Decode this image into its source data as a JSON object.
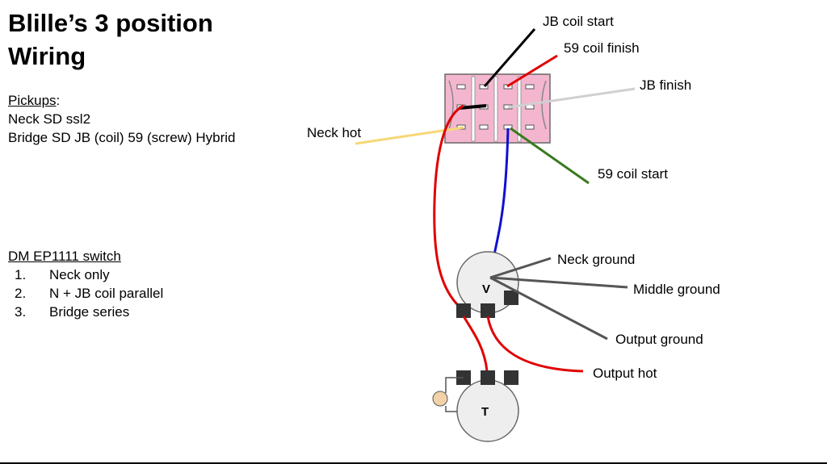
{
  "title": {
    "line1": "Blille’s 3 position",
    "line2": "Wiring"
  },
  "pickups": {
    "heading": "Pickups",
    "lines": [
      "Neck SD ssl2",
      "Bridge SD JB (coil) 59 (screw) Hybrid"
    ]
  },
  "switch": {
    "heading": "DM EP1111 switch",
    "items": [
      {
        "num": "1.",
        "label": "Neck only"
      },
      {
        "num": "2.",
        "label": "N + JB coil parallel"
      },
      {
        "num": "3.",
        "label": "Bridge series"
      }
    ]
  },
  "labels": {
    "jb_coil_start": "JB coil start",
    "coil59_finish": "59 coil finish",
    "jb_finish": "JB finish",
    "neck_hot": "Neck hot",
    "coil59_start": "59 coil start",
    "neck_ground": "Neck ground",
    "middle_ground": "Middle ground",
    "output_ground": "Output ground",
    "output_hot": "Output hot",
    "volume": "V",
    "tone": "T"
  },
  "colors": {
    "switch_fill": "#f4b6cf",
    "wire_black": "#000000",
    "wire_red": "#e00000",
    "wire_grey": "#d0d0d0",
    "wire_yellow": "#f6d878",
    "wire_green": "#3a7a1e",
    "wire_blue": "#1010d0",
    "ground_wire": "#555555",
    "pot_fill": "#eeeeee",
    "lug_fill": "#333333",
    "capacitor": "#f2d2a8"
  }
}
